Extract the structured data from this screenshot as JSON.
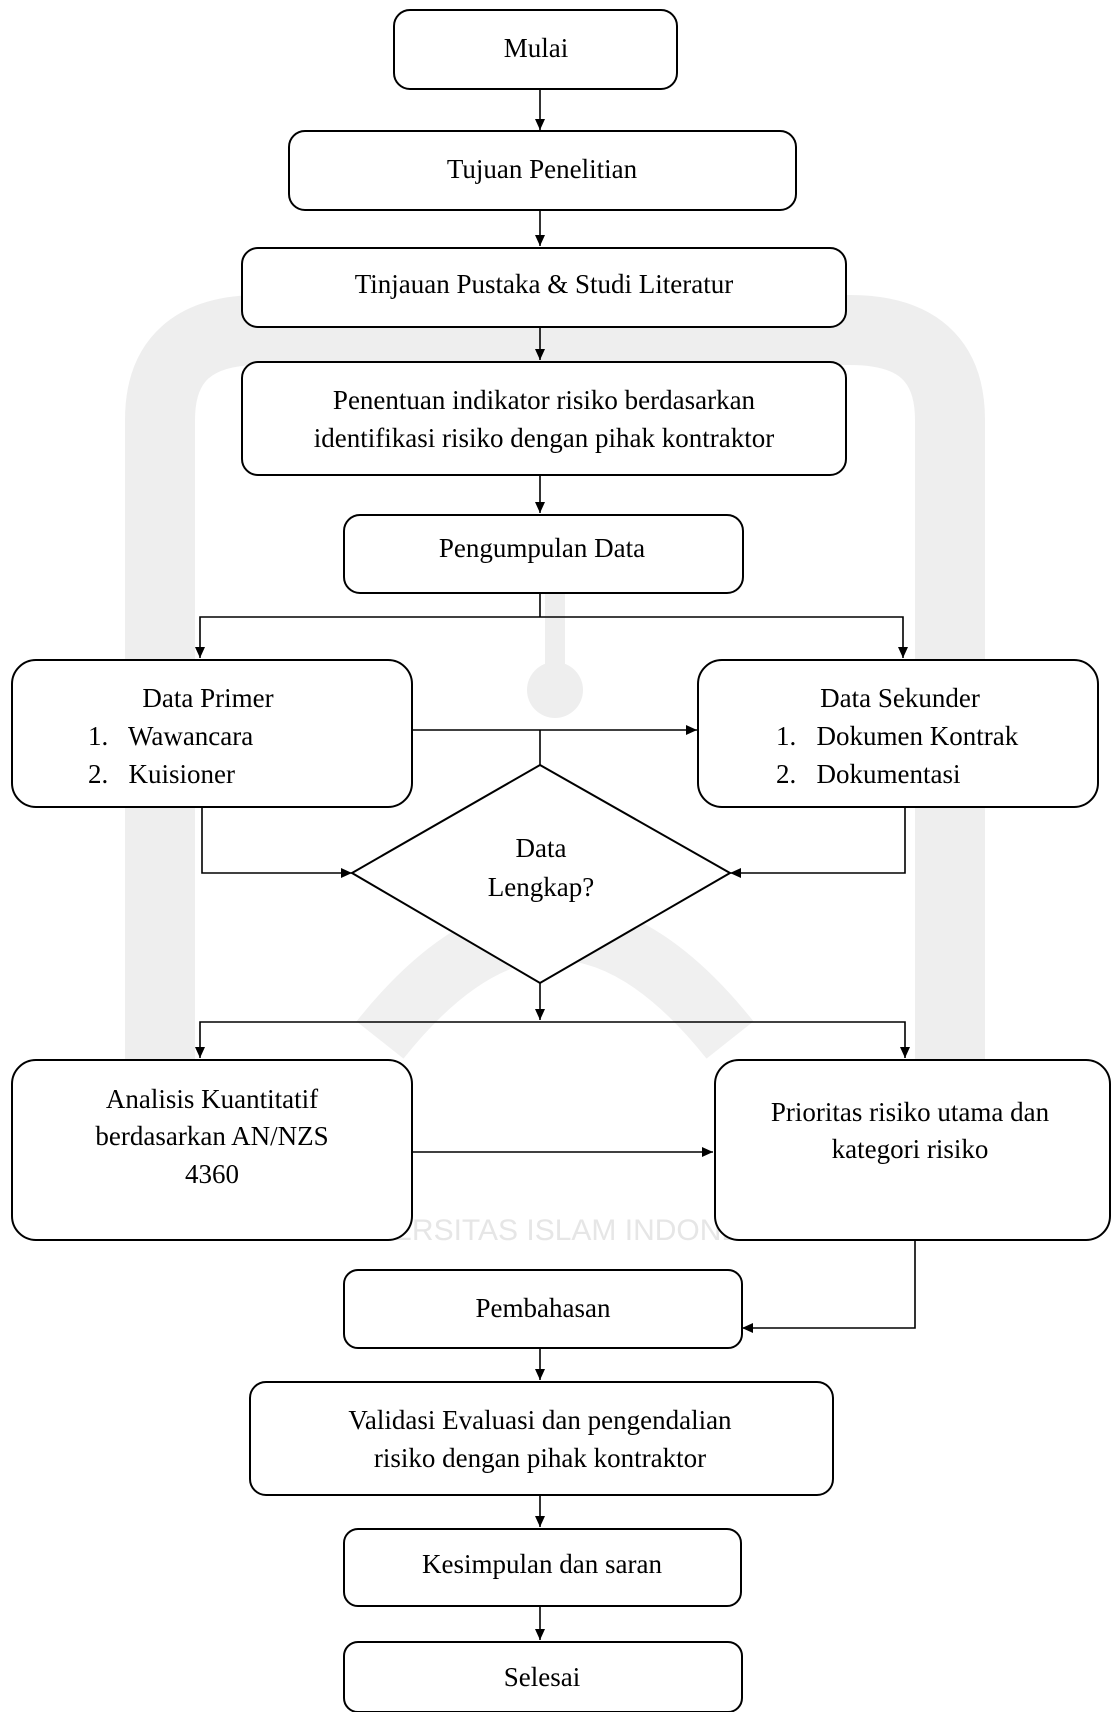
{
  "watermark": {
    "text": "UNIVERSITAS ISLAM INDONESIA",
    "color": "#e6e6e6"
  },
  "nodes": {
    "mulai": {
      "label": "Mulai"
    },
    "tujuan": {
      "label": "Tujuan Penelitian"
    },
    "tinjauan": {
      "label": "Tinjauan Pustaka & Studi Literatur"
    },
    "penentuan": {
      "lines": [
        "Penentuan indikator risiko berdasarkan",
        "identifikasi risiko dengan pihak kontraktor"
      ]
    },
    "pengumpulan": {
      "label": "Pengumpulan Data"
    },
    "primer": {
      "title": "Data Primer",
      "items": [
        "1.   Wawancara",
        "2.   Kuisioner"
      ]
    },
    "sekunder": {
      "title": "Data Sekunder",
      "items": [
        "1.   Dokumen Kontrak",
        "2.   Dokumentasi"
      ]
    },
    "decision": {
      "lines": [
        "Data",
        "Lengkap?"
      ]
    },
    "analisis": {
      "lines": [
        "Analisis Kuantitatif",
        "berdasarkan AN/NZS",
        "4360"
      ]
    },
    "prioritas": {
      "lines": [
        "Prioritas risiko utama dan",
        "kategori risiko"
      ]
    },
    "pembahasan": {
      "label": "Pembahasan"
    },
    "validasi": {
      "lines": [
        "Validasi Evaluasi dan pengendalian",
        "risiko dengan pihak kontraktor"
      ]
    },
    "kesimpulan": {
      "label": "Kesimpulan dan saran"
    },
    "selesai": {
      "label": "Selesai"
    }
  }
}
